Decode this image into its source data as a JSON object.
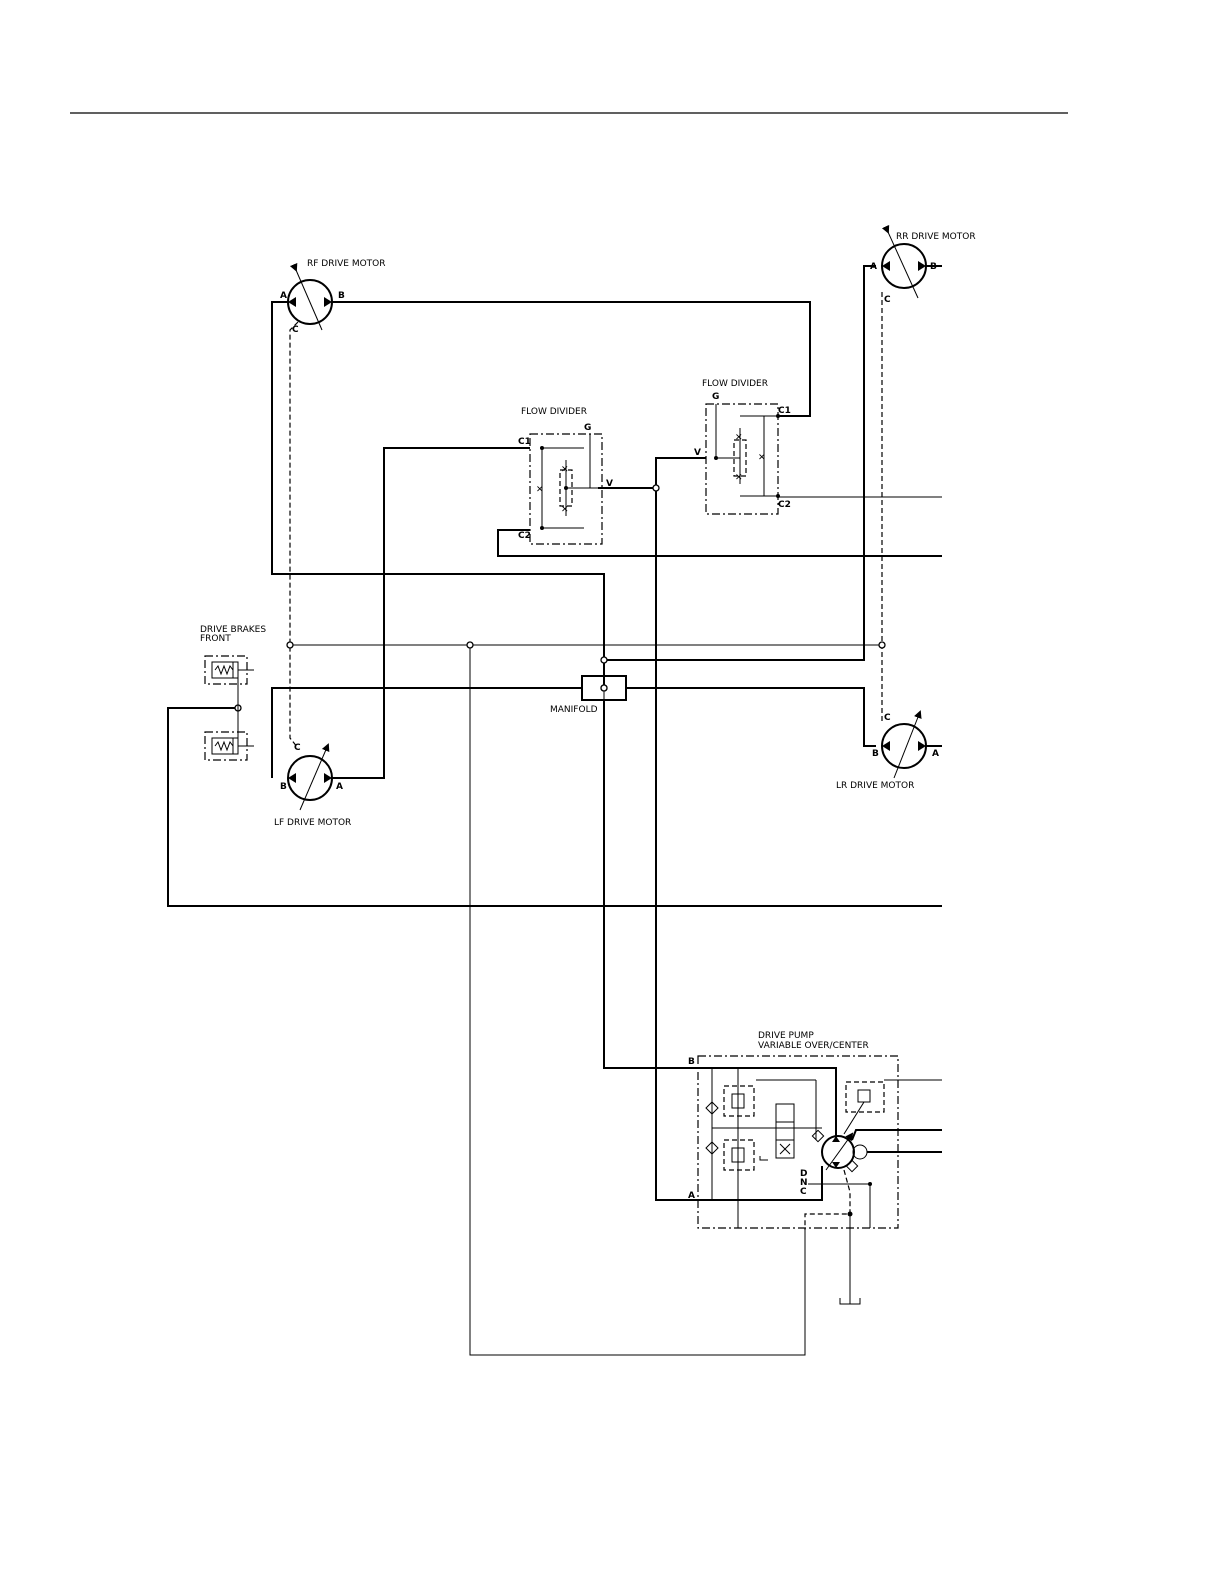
{
  "motors": {
    "rf": {
      "label": "RF DRIVE MOTOR",
      "port_a": "A",
      "port_b": "B",
      "port_c": "C"
    },
    "rr": {
      "label": "RR DRIVE MOTOR",
      "port_a": "A",
      "port_b": "B",
      "port_c": "C"
    },
    "lf": {
      "label": "LF DRIVE MOTOR",
      "port_a": "A",
      "port_b": "B",
      "port_c": "C"
    },
    "lr": {
      "label": "LR DRIVE MOTOR",
      "port_a": "A",
      "port_b": "B",
      "port_c": "C"
    }
  },
  "flow_divider_left": {
    "label": "FLOW DIVIDER",
    "c1": "C1",
    "c2": "C2",
    "g": "G",
    "v": "V"
  },
  "flow_divider_right": {
    "label": "FLOW DIVIDER",
    "c1": "C1",
    "c2": "C2",
    "g": "G",
    "v": "V"
  },
  "drive_brakes": {
    "line1": "DRIVE BRAKES",
    "line2": "FRONT"
  },
  "manifold": {
    "label": "MANIFOLD"
  },
  "drive_pump": {
    "line1": "DRIVE PUMP",
    "line2": "VARIABLE OVER/CENTER",
    "port_b": "B",
    "port_a": "A",
    "port_d": "D",
    "port_n": "N",
    "port_c": "C"
  }
}
